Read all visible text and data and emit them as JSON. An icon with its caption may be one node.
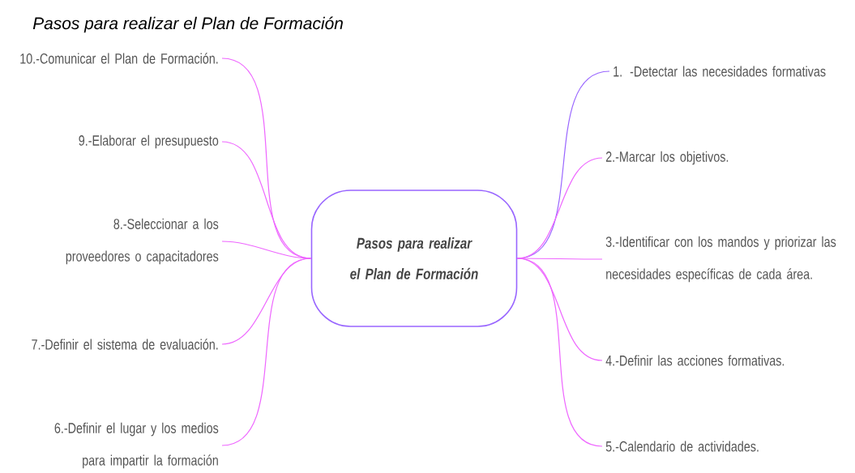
{
  "diagram": {
    "title": "Pasos para realizar el Plan de Formación",
    "nodes": [
      {
        "text": [
          "Pasos para realizar el Plan de Formación"
        ]
      },
      {
        "text": [
          "1. -Detectar las necesidades formativas"
        ]
      },
      {
        "text": [
          "2.-Marcar los objetivos."
        ]
      },
      {
        "text": [
          "3.-Identificar con los mandos y priorizar las necesidades específicas de cada área."
        ]
      },
      {
        "text": [
          "4.-Definir las acciones formativas."
        ]
      },
      {
        "text": [
          "5.-Calendario de actividades."
        ]
      },
      {
        "text": [
          "6.-Definir el lugar y los medios para impartir la formación"
        ]
      },
      {
        "text": [
          "7.-Definir el sistema de evaluación."
        ]
      },
      {
        "text": [
          "8.-Seleccionar a los proveedores o capacitadores"
        ]
      },
      {
        "text": [
          "9.-Elaborar el presupuesto"
        ]
      },
      {
        "text": [
          "10.-Comunicar el Plan de Formación."
        ]
      }
    ],
    "edges": [
      {
        "from": 0,
        "to": 1,
        "arrow": "none",
        "color": "#9966ff"
      },
      {
        "from": 0,
        "to": 2,
        "arrow": "none"
      },
      {
        "from": 0,
        "to": 3,
        "arrow": "none"
      },
      {
        "from": 0,
        "to": 4,
        "arrow": "none"
      },
      {
        "from": 0,
        "to": 5,
        "arrow": "none"
      },
      {
        "from": 0,
        "to": 6,
        "arrow": "none"
      },
      {
        "from": 0,
        "to": 7,
        "arrow": "none"
      },
      {
        "from": 0,
        "to": 8,
        "arrow": "none"
      },
      {
        "from": 0,
        "to": 9,
        "arrow": "none"
      },
      {
        "from": 0,
        "to": 10,
        "arrow": "none"
      }
    ]
  }
}
